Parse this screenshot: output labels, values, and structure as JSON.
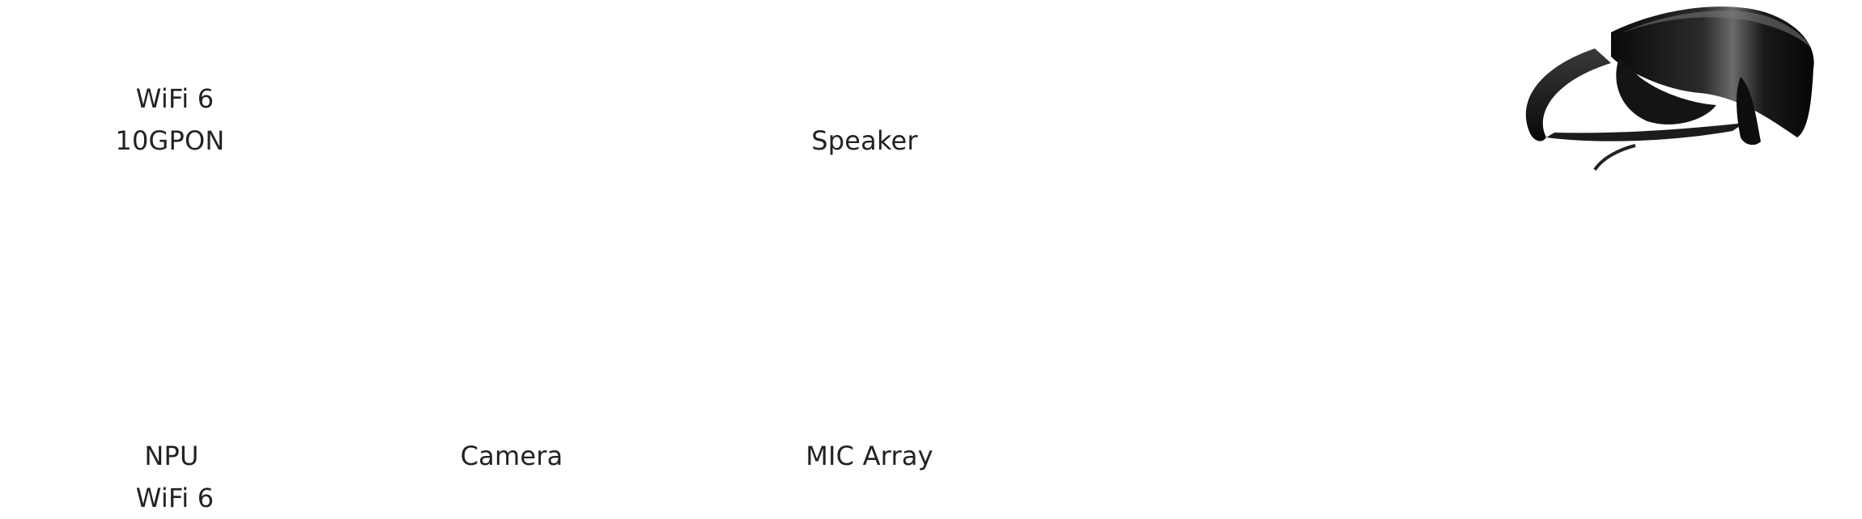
{
  "features": {
    "top_left": [
      "WiFi 6",
      "10GPON"
    ],
    "top_middle": "Speaker",
    "bottom_left": [
      "NPU",
      "WiFi 6"
    ],
    "bottom_center": "Camera",
    "bottom_middle": "MIC Array"
  },
  "product": {
    "icon": "vr-glasses-icon",
    "colors": {
      "body": "#111111",
      "highlight": "#5a5a5a"
    }
  }
}
